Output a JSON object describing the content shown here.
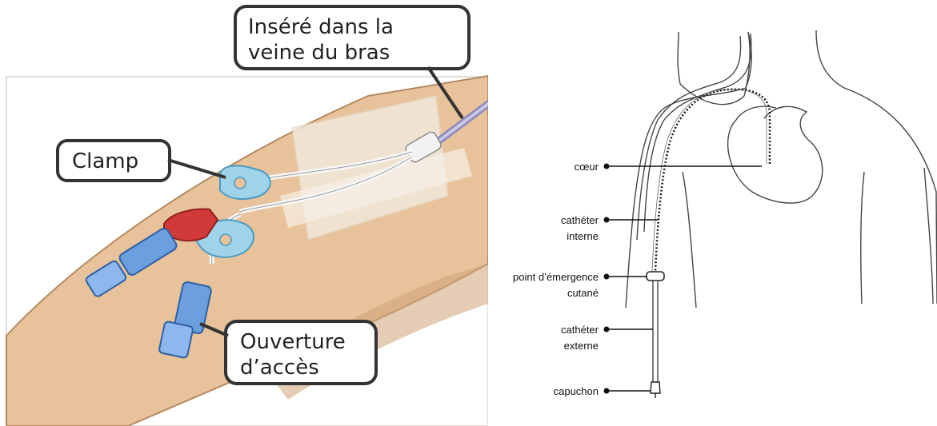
{
  "left_diagram": {
    "callouts": {
      "inserted_line1": "Inséré dans la",
      "inserted_line2": "veine du bras",
      "clamp": "Clamp",
      "access_line1": "Ouverture",
      "access_line2": "d’accès"
    },
    "colors": {
      "skin": "#e7c29a",
      "skin_shadow": "#cfa377",
      "dressing": "#f4ede2",
      "clamp": "#9fd3ea",
      "connector_blue": "#6b9fe0",
      "red_cap": "#d23a3a",
      "callout_border": "#333333"
    }
  },
  "right_diagram": {
    "labels": {
      "coeur": "cœur",
      "catheter_interne_1": "cathéter",
      "catheter_interne_2": "interne",
      "point_emergence_1": "point d’émergence",
      "point_emergence_2": "cutané",
      "catheter_externe_1": "cathéter",
      "catheter_externe_2": "externe",
      "capuchon": "capuchon"
    },
    "colors": {
      "line": "#444444",
      "label": "#111111"
    }
  }
}
